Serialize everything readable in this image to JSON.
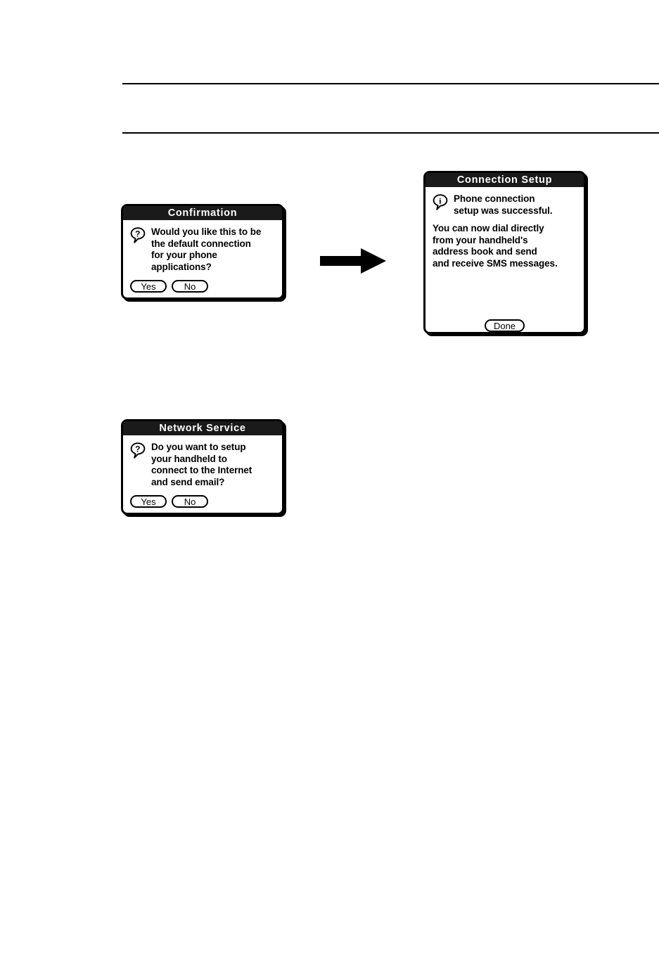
{
  "page": {
    "background_color": "#ffffff",
    "rules": [
      {
        "name": "top-rule"
      },
      {
        "name": "bottom-rule"
      }
    ]
  },
  "flow": {
    "arrow_label": "right-arrow"
  },
  "dialogs": {
    "confirmation": {
      "title": "Confirmation",
      "icon": "question-bubble-icon",
      "message": "Would you like this to be\nthe default connection\nfor your phone\napplications?",
      "buttons": [
        {
          "label": "Yes",
          "name": "yes-button"
        },
        {
          "label": "No",
          "name": "no-button"
        }
      ]
    },
    "connection_setup": {
      "title": "Connection Setup",
      "icon": "info-bubble-icon",
      "message": "Phone connection\nsetup was successful.",
      "message_secondary": "You can now dial directly\nfrom your handheld's\naddress book and send\nand receive SMS messages.",
      "buttons": [
        {
          "label": "Done",
          "name": "done-button"
        }
      ]
    },
    "network_service": {
      "title": "Network Service",
      "icon": "question-bubble-icon",
      "message": "Do you want to setup\nyour handheld to\nconnect to the Internet\nand send email?",
      "buttons": [
        {
          "label": "Yes",
          "name": "yes-button"
        },
        {
          "label": "No",
          "name": "no-button"
        }
      ]
    }
  },
  "colors": {
    "titlebar_bg": "#1a1a1a",
    "titlebar_text": "#ffffff",
    "body_bg": "#ffffff",
    "border": "#000000",
    "text": "#000000"
  }
}
